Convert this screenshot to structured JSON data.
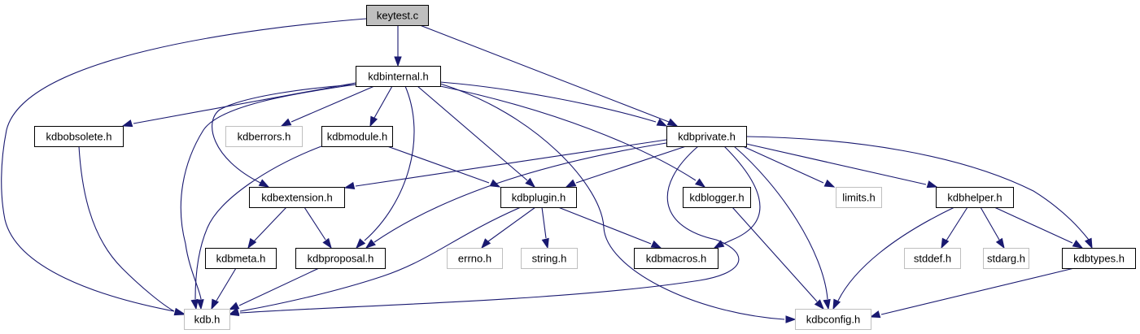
{
  "diagram": {
    "type": "include-dependency-graph",
    "colors": {
      "edge": "#191970",
      "root_fill": "#bfbfbf",
      "node_fill": "#ffffff",
      "documented_border": "#000000",
      "undocumented_border": "#bfbfbf"
    },
    "nodes": [
      {
        "id": "keytest_c",
        "label": "keytest.c",
        "kind": "root"
      },
      {
        "id": "kdbinternal_h",
        "label": "kdbinternal.h",
        "kind": "documented"
      },
      {
        "id": "kdbobsolete_h",
        "label": "kdbobsolete.h",
        "kind": "documented"
      },
      {
        "id": "kdberrors_h",
        "label": "kdberrors.h",
        "kind": "undocumented"
      },
      {
        "id": "kdbmodule_h",
        "label": "kdbmodule.h",
        "kind": "documented"
      },
      {
        "id": "kdbprivate_h",
        "label": "kdbprivate.h",
        "kind": "documented"
      },
      {
        "id": "kdbextension_h",
        "label": "kdbextension.h",
        "kind": "documented"
      },
      {
        "id": "kdbplugin_h",
        "label": "kdbplugin.h",
        "kind": "documented"
      },
      {
        "id": "kdblogger_h",
        "label": "kdblogger.h",
        "kind": "documented"
      },
      {
        "id": "limits_h",
        "label": "limits.h",
        "kind": "undocumented"
      },
      {
        "id": "kdbhelper_h",
        "label": "kdbhelper.h",
        "kind": "documented"
      },
      {
        "id": "kdbmeta_h",
        "label": "kdbmeta.h",
        "kind": "documented"
      },
      {
        "id": "kdbproposal_h",
        "label": "kdbproposal.h",
        "kind": "documented"
      },
      {
        "id": "errno_h",
        "label": "errno.h",
        "kind": "undocumented"
      },
      {
        "id": "string_h",
        "label": "string.h",
        "kind": "undocumented"
      },
      {
        "id": "kdbmacros_h",
        "label": "kdbmacros.h",
        "kind": "documented"
      },
      {
        "id": "stddef_h",
        "label": "stddef.h",
        "kind": "undocumented"
      },
      {
        "id": "stdarg_h",
        "label": "stdarg.h",
        "kind": "undocumented"
      },
      {
        "id": "kdbtypes_h",
        "label": "kdbtypes.h",
        "kind": "documented"
      },
      {
        "id": "kdb_h",
        "label": "kdb.h",
        "kind": "undocumented"
      },
      {
        "id": "kdbconfig_h",
        "label": "kdbconfig.h",
        "kind": "undocumented"
      }
    ],
    "edges": [
      {
        "from": "keytest_c",
        "to": "kdbinternal_h"
      },
      {
        "from": "keytest_c",
        "to": "kdb_h"
      },
      {
        "from": "keytest_c",
        "to": "kdbprivate_h"
      },
      {
        "from": "kdbinternal_h",
        "to": "kdbobsolete_h"
      },
      {
        "from": "kdbinternal_h",
        "to": "kdberrors_h"
      },
      {
        "from": "kdbinternal_h",
        "to": "kdbmodule_h"
      },
      {
        "from": "kdbinternal_h",
        "to": "kdbprivate_h"
      },
      {
        "from": "kdbinternal_h",
        "to": "kdbextension_h"
      },
      {
        "from": "kdbinternal_h",
        "to": "kdbplugin_h"
      },
      {
        "from": "kdbinternal_h",
        "to": "kdblogger_h"
      },
      {
        "from": "kdbinternal_h",
        "to": "kdbproposal_h"
      },
      {
        "from": "kdbinternal_h",
        "to": "kdb_h"
      },
      {
        "from": "kdbinternal_h",
        "to": "kdbconfig_h"
      },
      {
        "from": "kdbobsolete_h",
        "to": "kdb_h"
      },
      {
        "from": "kdbmodule_h",
        "to": "kdbplugin_h"
      },
      {
        "from": "kdbmodule_h",
        "to": "kdb_h"
      },
      {
        "from": "kdbprivate_h",
        "to": "kdbextension_h"
      },
      {
        "from": "kdbprivate_h",
        "to": "kdbplugin_h"
      },
      {
        "from": "kdbprivate_h",
        "to": "kdbproposal_h"
      },
      {
        "from": "kdbprivate_h",
        "to": "kdbmacros_h"
      },
      {
        "from": "kdbprivate_h",
        "to": "limits_h"
      },
      {
        "from": "kdbprivate_h",
        "to": "kdbhelper_h"
      },
      {
        "from": "kdbprivate_h",
        "to": "kdbtypes_h"
      },
      {
        "from": "kdbprivate_h",
        "to": "kdbconfig_h"
      },
      {
        "from": "kdbprivate_h",
        "to": "kdb_h"
      },
      {
        "from": "kdbextension_h",
        "to": "kdbmeta_h"
      },
      {
        "from": "kdbextension_h",
        "to": "kdbproposal_h"
      },
      {
        "from": "kdbplugin_h",
        "to": "errno_h"
      },
      {
        "from": "kdbplugin_h",
        "to": "string_h"
      },
      {
        "from": "kdbplugin_h",
        "to": "kdbmacros_h"
      },
      {
        "from": "kdbplugin_h",
        "to": "kdb_h"
      },
      {
        "from": "kdblogger_h",
        "to": "kdbconfig_h"
      },
      {
        "from": "kdbhelper_h",
        "to": "stddef_h"
      },
      {
        "from": "kdbhelper_h",
        "to": "stdarg_h"
      },
      {
        "from": "kdbhelper_h",
        "to": "kdbtypes_h"
      },
      {
        "from": "kdbhelper_h",
        "to": "kdbconfig_h"
      },
      {
        "from": "kdbmeta_h",
        "to": "kdb_h"
      },
      {
        "from": "kdbproposal_h",
        "to": "kdb_h"
      },
      {
        "from": "kdbtypes_h",
        "to": "kdbconfig_h"
      }
    ]
  }
}
